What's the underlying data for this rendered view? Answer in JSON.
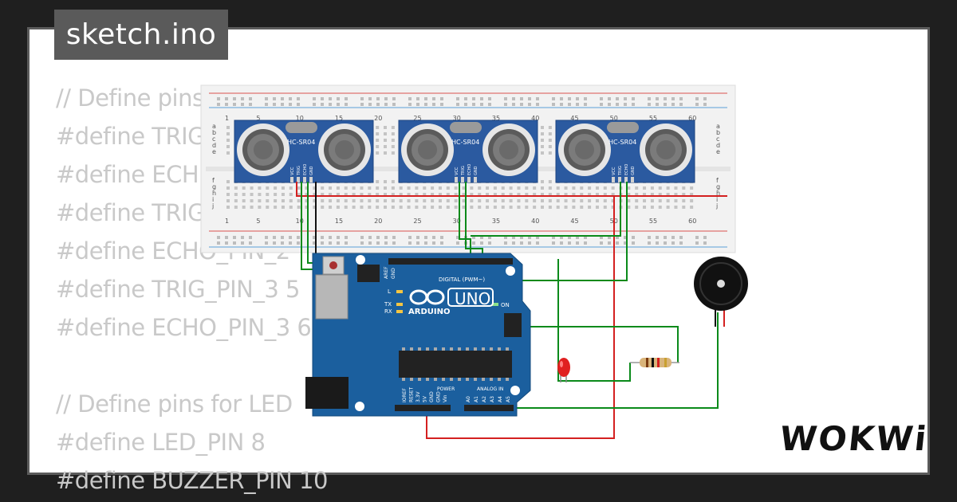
{
  "editor": {
    "filename": "sketch.ino",
    "lines": [
      "// Define pins",
      "#define TRIG",
      "#define ECH",
      "#define TRIG",
      "#define ECHO_PIN_2",
      "#define TRIG_PIN_3 5",
      "#define ECHO_PIN_3 6",
      "",
      "// Define pins for LED",
      "#define LED_PIN 8",
      "#define BUZZER_PIN 10"
    ]
  },
  "brand": {
    "name": "WOKWi"
  },
  "breadboard": {
    "column_numbers": [
      "1",
      "5",
      "10",
      "15",
      "20",
      "25",
      "30",
      "35",
      "40",
      "45",
      "50",
      "55",
      "60"
    ],
    "row_letters_top": [
      "a",
      "b",
      "c",
      "d",
      "e"
    ],
    "row_letters_bottom": [
      "f",
      "g",
      "h",
      "i",
      "j"
    ]
  },
  "sensors": [
    {
      "label": "HC-SR04",
      "pins": [
        "VCC",
        "TRIG",
        "ECHO",
        "GND"
      ]
    },
    {
      "label": "HC-SR04",
      "pins": [
        "VCC",
        "TRIG",
        "ECHO",
        "GND"
      ]
    },
    {
      "label": "HC-SR04",
      "pins": [
        "VCC",
        "TRIG",
        "ECHO",
        "GND"
      ]
    }
  ],
  "arduino": {
    "model": "UNO",
    "brand": "ARDUINO",
    "digital_label": "DIGITAL (PWM~)",
    "power_label": "POWER",
    "analog_label": "ANALOG IN",
    "on_label": "ON",
    "l_label": "L",
    "tx_label": "TX",
    "rx_label": "RX",
    "aref_label": "AREF",
    "gnd_label": "GND",
    "power_pins": [
      "IOREF",
      "RESET",
      "3.3V",
      "5V",
      "GND",
      "GND",
      "Vin"
    ],
    "analog_pins": [
      "A0",
      "A1",
      "A2",
      "A3",
      "A4",
      "A5"
    ]
  },
  "colors": {
    "background": "#1f1f1f",
    "card": "#ffffff",
    "code_text": "#c9c9c9",
    "tab_bg": "#5a5a5a",
    "board_blue": "#1b5f9e",
    "sensor_blue": "#2b5aa0",
    "wire_green": "#0a8a1a",
    "wire_red": "#d42020",
    "wire_black": "#111111"
  }
}
